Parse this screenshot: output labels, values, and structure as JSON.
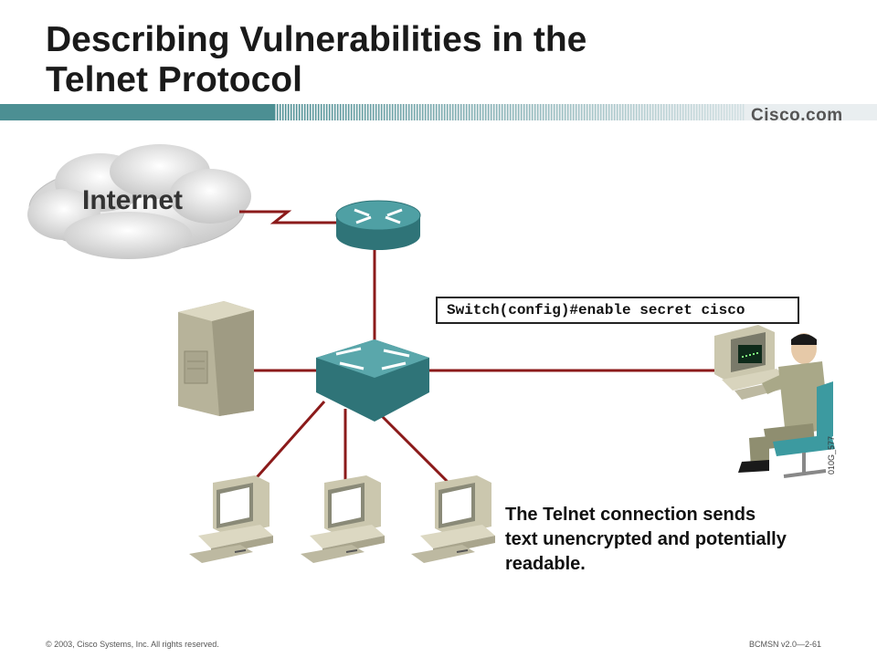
{
  "slide": {
    "title_line1": "Describing Vulnerabilities in the",
    "title_line2": "Telnet Protocol",
    "brand": "Cisco.com",
    "footer_left": "© 2003, Cisco Systems, Inc. All rights reserved.",
    "footer_right": "BCMSN v2.0—2-61",
    "figure_id": "010G_577"
  },
  "diagram": {
    "internet_label": "Internet",
    "command": "Switch(config)#enable secret cisco",
    "caption_lines": [
      "The Telnet connection sends",
      "text unencrypted and potentially",
      "readable."
    ],
    "nodes": [
      "internet-cloud",
      "router",
      "switch",
      "server",
      "workstation-1",
      "workstation-2",
      "workstation-3",
      "admin-pc"
    ],
    "colors": {
      "link": "#8b1a1a",
      "band": "#4c8f93",
      "device_teal": "#3c8a8e",
      "device_beige": "#cbc7ae"
    }
  }
}
